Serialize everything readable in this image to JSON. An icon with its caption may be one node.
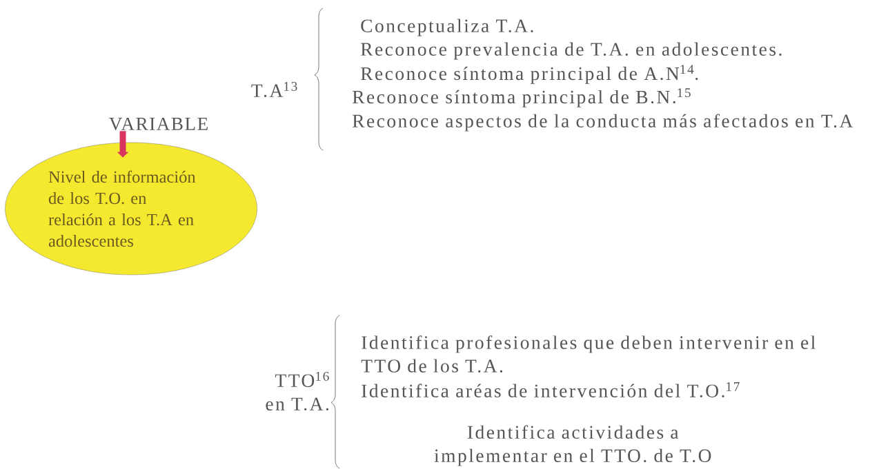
{
  "diagram": {
    "nodes": [
      {
        "text": [
          "VARIABLE"
        ]
      },
      {
        "text": [
          "Nivel de información de los T.O. en relación a los T.A en adolescentes"
        ]
      }
    ],
    "edges": [
      {
        "from": 0,
        "to": 1,
        "arrow": "to",
        "color": "#d8345f"
      }
    ],
    "labels": [
      "T.A$^{13}$",
      "Conceptualiza T.A.",
      "Reconoce prevalencia de T.A. en adolescentes.",
      "Reconoce síntoma principal de A.N$^{14}$.",
      "Reconoce síntoma principal de B.N.$^{15}$",
      "Reconoce aspectos de la conducta más afectados en T.A",
      "TTO$^{16}$ en T.A.",
      "Identifica profesionales  que  deben intervenir en el TTO de los T.A.",
      "Identifica aréas de intervención del T.O.$^{17}$",
      "Identifica actividades a implementar en el TTO. de  T.O"
    ]
  }
}
